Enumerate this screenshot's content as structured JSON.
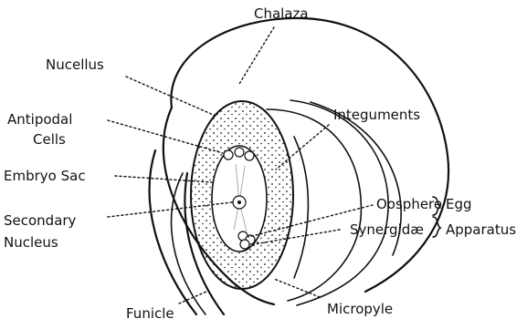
{
  "labels": {
    "chalaza": "Chalaza",
    "nucellus": "Nucellus",
    "antipodal_line1": "Antipodal",
    "antipodal_line2": "Cells",
    "integuments": "Integuments",
    "embryo_sac": "Embryo Sac",
    "oosphere": "Oosphere",
    "synergidae": "Synergidæ",
    "egg": "Egg",
    "apparatus": "Apparatus",
    "secondary_line1": "Secondary",
    "secondary_line2": "Nucleus",
    "funicle": "Funicle",
    "micropyle": "Micropyle"
  }
}
